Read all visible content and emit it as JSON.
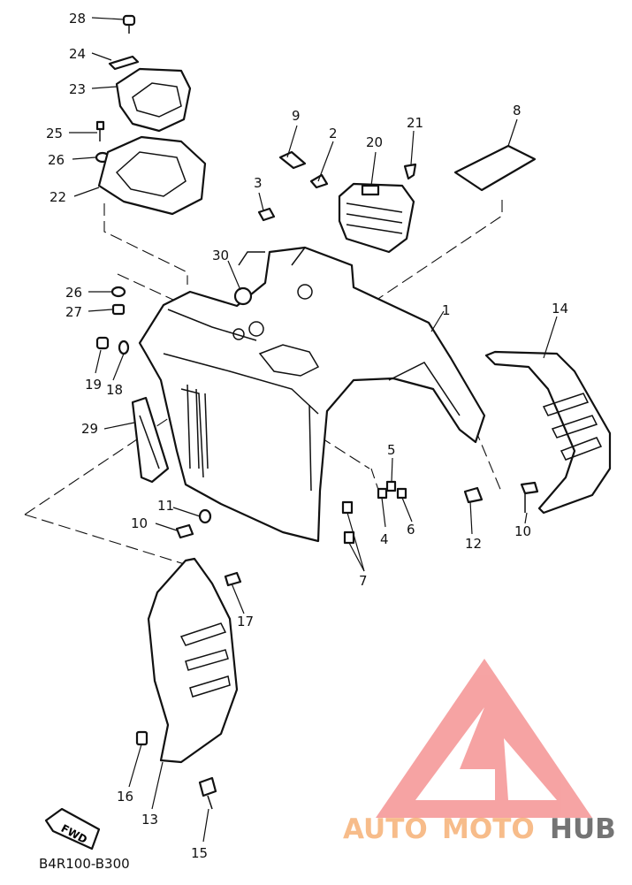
{
  "diagram": {
    "code": "B4R100-B300",
    "fwd_label": "FWD",
    "callouts": [
      {
        "id": "c28",
        "text": "28"
      },
      {
        "id": "c24",
        "text": "24"
      },
      {
        "id": "c23",
        "text": "23"
      },
      {
        "id": "c25",
        "text": "25"
      },
      {
        "id": "c26a",
        "text": "26"
      },
      {
        "id": "c22",
        "text": "22"
      },
      {
        "id": "c9",
        "text": "9"
      },
      {
        "id": "c2",
        "text": "2"
      },
      {
        "id": "c20",
        "text": "20"
      },
      {
        "id": "c21",
        "text": "21"
      },
      {
        "id": "c8",
        "text": "8"
      },
      {
        "id": "c3",
        "text": "3"
      },
      {
        "id": "c30",
        "text": "30"
      },
      {
        "id": "c26b",
        "text": "26"
      },
      {
        "id": "c27",
        "text": "27"
      },
      {
        "id": "c1",
        "text": "1"
      },
      {
        "id": "c14",
        "text": "14"
      },
      {
        "id": "c19",
        "text": "19"
      },
      {
        "id": "c18",
        "text": "18"
      },
      {
        "id": "c29",
        "text": "29"
      },
      {
        "id": "c5",
        "text": "5"
      },
      {
        "id": "c11",
        "text": "11"
      },
      {
        "id": "c10a",
        "text": "10"
      },
      {
        "id": "c4",
        "text": "4"
      },
      {
        "id": "c6",
        "text": "6"
      },
      {
        "id": "c12",
        "text": "12"
      },
      {
        "id": "c10b",
        "text": "10"
      },
      {
        "id": "c7",
        "text": "7"
      },
      {
        "id": "c17",
        "text": "17"
      },
      {
        "id": "c16",
        "text": "16"
      },
      {
        "id": "c13",
        "text": "13"
      },
      {
        "id": "c15",
        "text": "15"
      }
    ]
  },
  "watermark": {
    "part1": "AUTO",
    "part2": "MOTO",
    "part3": "HUB",
    "color_accent": "#f4a05a",
    "color_dark": "#3a3a3a",
    "logo_color": "#ee4a4a"
  }
}
